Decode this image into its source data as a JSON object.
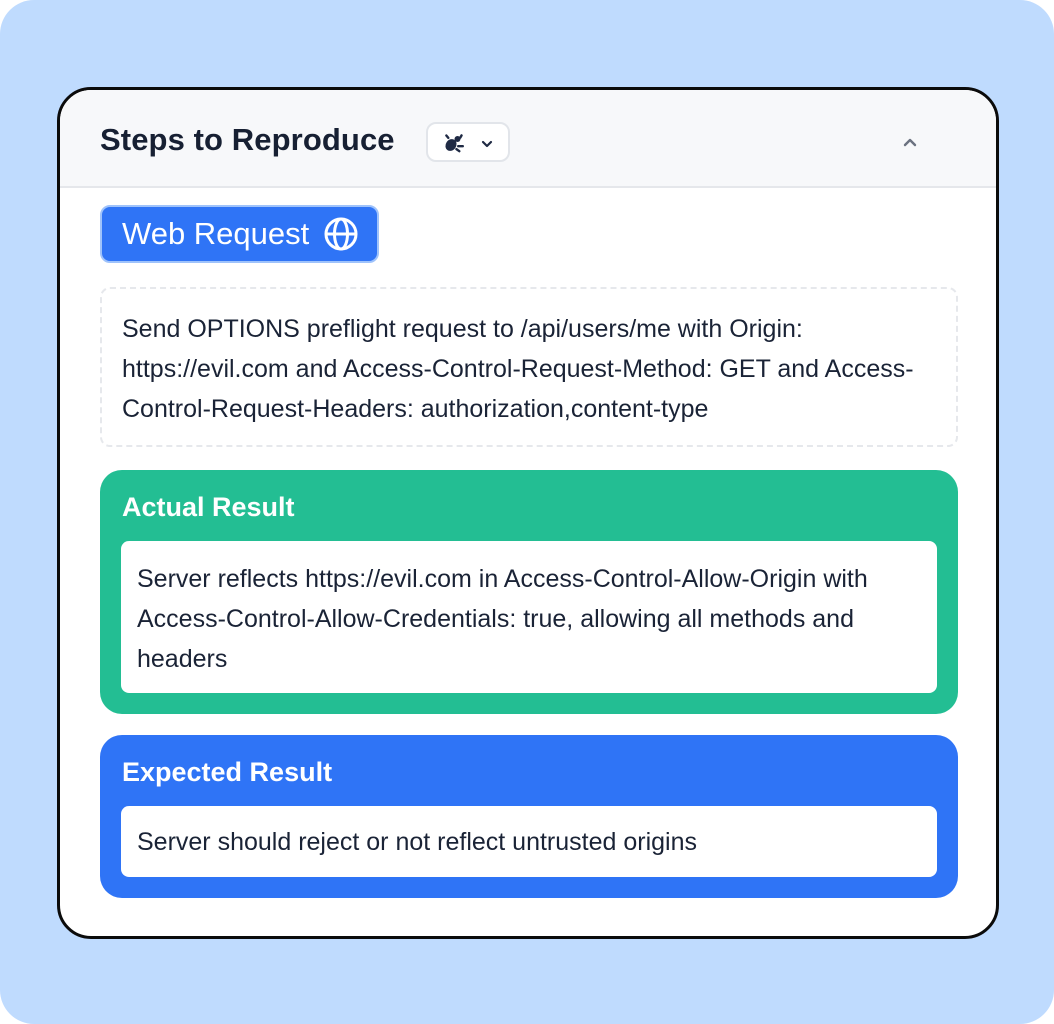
{
  "section": {
    "title": "Steps to Reproduce",
    "category_icon": "bug-icon",
    "dropdown_icon": "chevron-down-icon",
    "collapse_icon": "chevron-up-icon"
  },
  "step": {
    "type_label": "Web Request",
    "type_icon": "globe-icon",
    "description": "Send OPTIONS preflight request to /api/users/me with Origin: https://evil.com and Access-Control-Request-Method: GET and Access-Control-Request-Headers: authorization,content-type"
  },
  "actual_result": {
    "title": "Actual Result",
    "text": "Server reflects https://evil.com in Access-Control-Allow-Origin with Access-Control-Allow-Credentials: true, allowing all methods and headers"
  },
  "expected_result": {
    "title": "Expected Result",
    "text": "Server should reject or not reflect untrusted origins"
  },
  "colors": {
    "background": "#bfdbfe",
    "accent_blue": "#2f74f6",
    "success_green": "#23be93",
    "text_dark": "#172033"
  }
}
